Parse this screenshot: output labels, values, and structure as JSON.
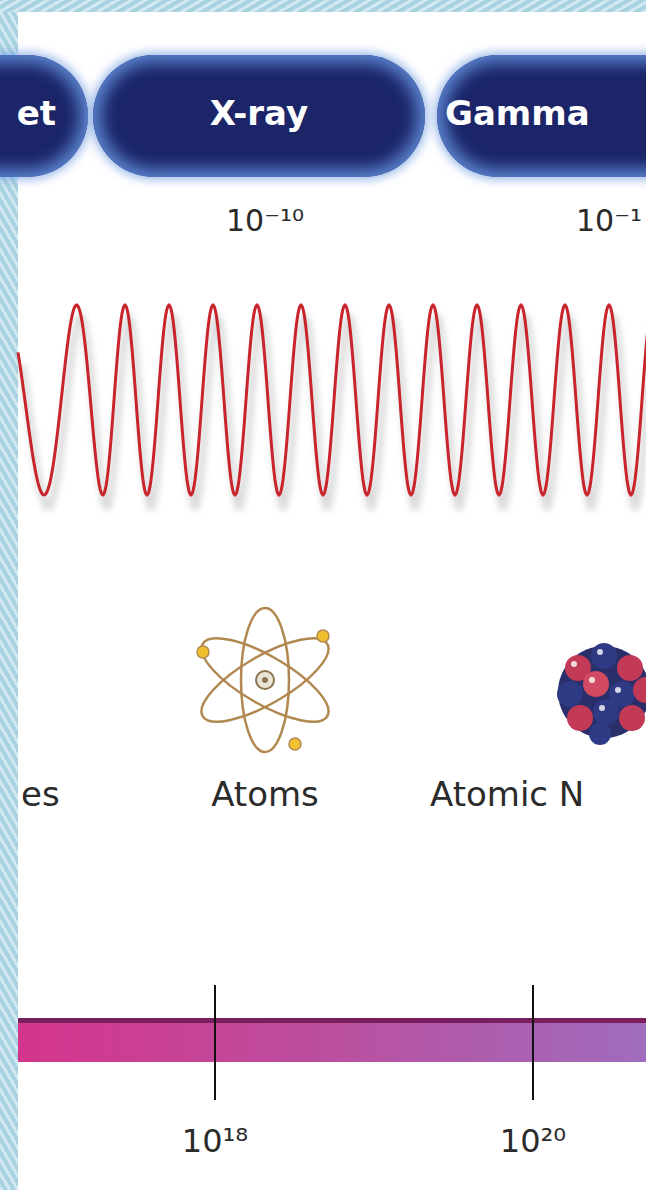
{
  "diagram": {
    "nodes": [
      {
        "text": [
          "et"
        ]
      },
      {
        "text": [
          "X-ray"
        ]
      },
      {
        "text": [
          "Gamma"
        ]
      }
    ],
    "labels": [
      "10⁻¹⁰",
      "10⁻¹",
      "es",
      "Atoms",
      "Atomic N",
      "10¹⁸",
      "10²⁰"
    ]
  }
}
